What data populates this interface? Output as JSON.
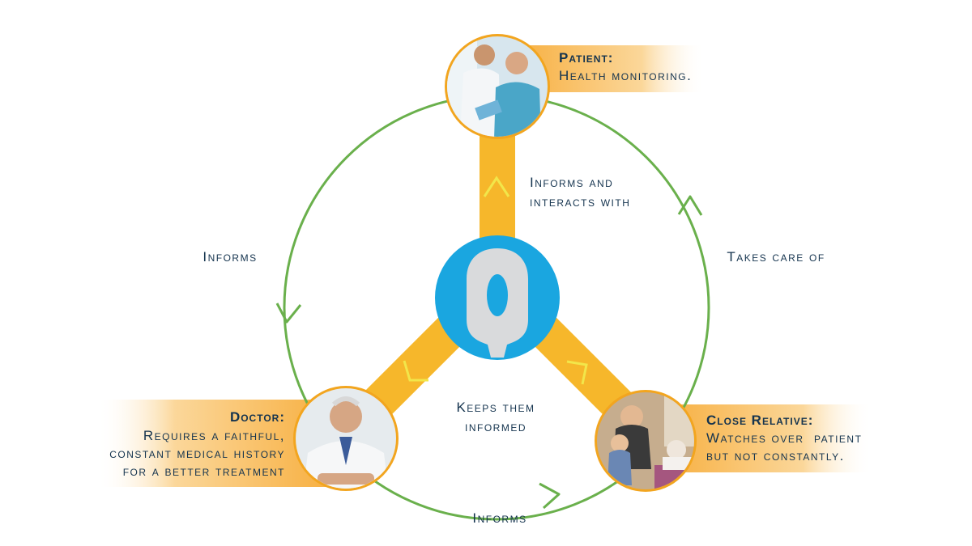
{
  "center": {
    "label": "device-logo"
  },
  "nodes": {
    "patient": {
      "title": "Patient:",
      "lines": [
        "Health monitoring."
      ],
      "photo": "doctor-and-patient-photo"
    },
    "doctor": {
      "title": "Doctor:",
      "lines": [
        "Requires a faithful,",
        "constant medical history",
        "for a better treatment"
      ],
      "photo": "doctor-photo"
    },
    "relative": {
      "title": "Close Relative:",
      "lines": [
        "Watches over  patient",
        "but not constantly."
      ],
      "photo": "family-with-elder-photo"
    }
  },
  "edges": {
    "center_to_patient": [
      "Informs and",
      "interacts with"
    ],
    "center_to_others": [
      "Keeps them",
      "informed"
    ],
    "patient_to_doctor": "Informs",
    "relative_to_patient": "Takes care of",
    "doctor_to_relative": "Informs"
  },
  "colors": {
    "spoke": "#f6b72b",
    "cycle": "#6ab04c",
    "text": "#14334e",
    "logo_blue": "#1aa6e0",
    "label_band": "#f7a932",
    "arrow_yellow": "#f2e64a"
  }
}
